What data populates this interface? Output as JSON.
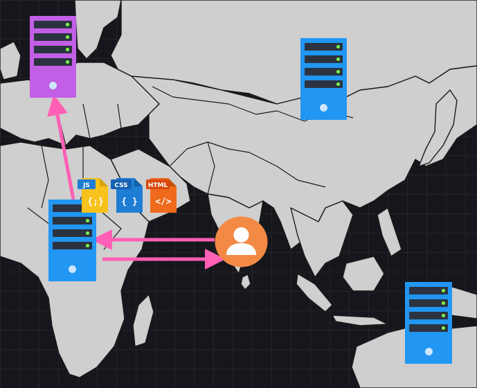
{
  "colors": {
    "background": "#16171c",
    "land": "#cfcfcf",
    "server_primary": "#2196f3",
    "server_europe": "#c25fe6",
    "arrow": "#ff5fb4",
    "user": "#f28a45",
    "led": "#7dff4a",
    "js_file": "#f7c21b",
    "css_file": "#1f7dd4",
    "html_file": "#ef6a1c"
  },
  "servers": [
    {
      "id": "server-europe",
      "role": "origin",
      "color": "#c25fe6"
    },
    {
      "id": "server-asia",
      "role": "edge",
      "color": "#2196f3"
    },
    {
      "id": "server-africa",
      "role": "edge-active",
      "color": "#2196f3"
    },
    {
      "id": "server-australia",
      "role": "edge",
      "color": "#2196f3"
    }
  ],
  "files": [
    {
      "label": "JS",
      "glyph": "{;}",
      "color": "#f7c21b"
    },
    {
      "label": "CSS",
      "glyph": "{ }",
      "color": "#1f7dd4"
    },
    {
      "label": "HTML",
      "glyph": "</>",
      "color": "#ef6a1c"
    }
  ],
  "icons": [
    "server-icon",
    "user-icon",
    "js-file-icon",
    "css-file-icon",
    "html-file-icon",
    "arrow"
  ]
}
